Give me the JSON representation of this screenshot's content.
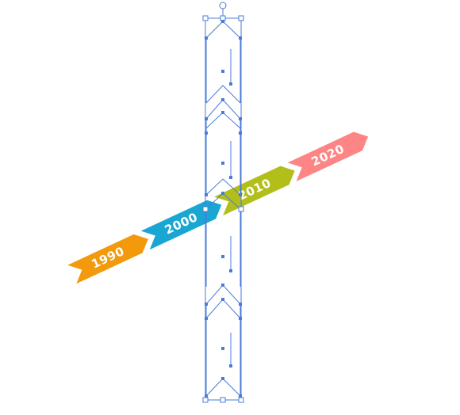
{
  "canvas": {
    "background": "#ffffff"
  },
  "selection": {
    "color": "#4a7bd8",
    "handle_fill": "#ffffff",
    "rotation_handle": "rotation-handle-icon"
  },
  "timeline": {
    "arrows": [
      {
        "year": "1990",
        "color": "#f29a0c"
      },
      {
        "year": "2000",
        "color": "#1aa6d2"
      },
      {
        "year": "2010",
        "color": "#b2bf1b"
      },
      {
        "year": "2020",
        "color": "#fd8585"
      }
    ]
  }
}
